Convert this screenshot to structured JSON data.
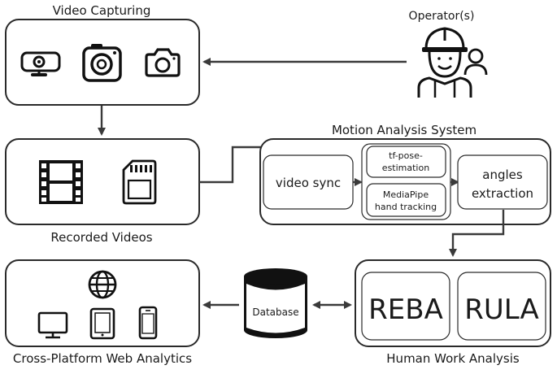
{
  "diagram": {
    "video_capturing": {
      "title": "Video Capturing"
    },
    "operator": {
      "label": "Operator(s)"
    },
    "recorded_videos": {
      "title": "Recorded Videos"
    },
    "motion_analysis": {
      "title": "Motion Analysis System",
      "video_sync": "video sync",
      "tf_pose_line1": "tf-pose-",
      "tf_pose_line2": "estimation",
      "mediapipe_line1": "MediaPipe",
      "mediapipe_line2": "hand tracking",
      "angles_line1": "angles",
      "angles_line2": "extraction"
    },
    "database": {
      "label": "Database"
    },
    "human_work_analysis": {
      "title": "Human Work Analysis",
      "reba": "REBA",
      "rula": "RULA"
    },
    "web_analytics": {
      "title": "Cross-Platform Web Analytics"
    }
  },
  "colors": {
    "stroke": "#2a2a2a",
    "fill_dark": "#111111",
    "background": "#ffffff"
  },
  "icons": [
    "webcam-icon",
    "action-camera-icon",
    "photo-camera-icon",
    "worker-icon",
    "user-icon",
    "film-strip-icon",
    "sd-card-icon",
    "globe-icon",
    "monitor-icon",
    "tablet-icon",
    "phone-icon",
    "database-cylinder-icon"
  ]
}
